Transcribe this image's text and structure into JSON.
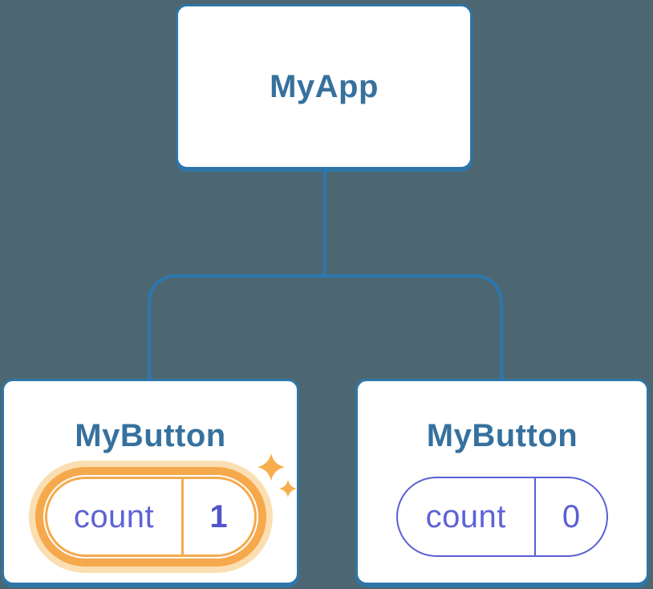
{
  "palette": {
    "background": "#4C6771",
    "line": "#2B77B0",
    "node_bg": "#FFFFFF",
    "node_border": "#2E76A8",
    "node_title": "#36719E",
    "state_border": "#5B5FD5",
    "state_key_color": "#5E63D6",
    "state_value_color": "#5254CC",
    "highlight_border": "#F6A94C",
    "highlight_ring": "#F6A94C",
    "highlight_glow": "#FBDFB2",
    "sparkle_color": "#F8AE4D"
  },
  "tree": {
    "root": {
      "label": "MyApp"
    },
    "children": [
      {
        "label": "MyButton",
        "state": {
          "key": "count",
          "value": "1",
          "highlighted": true
        }
      },
      {
        "label": "MyButton",
        "state": {
          "key": "count",
          "value": "0",
          "highlighted": false
        }
      }
    ]
  }
}
